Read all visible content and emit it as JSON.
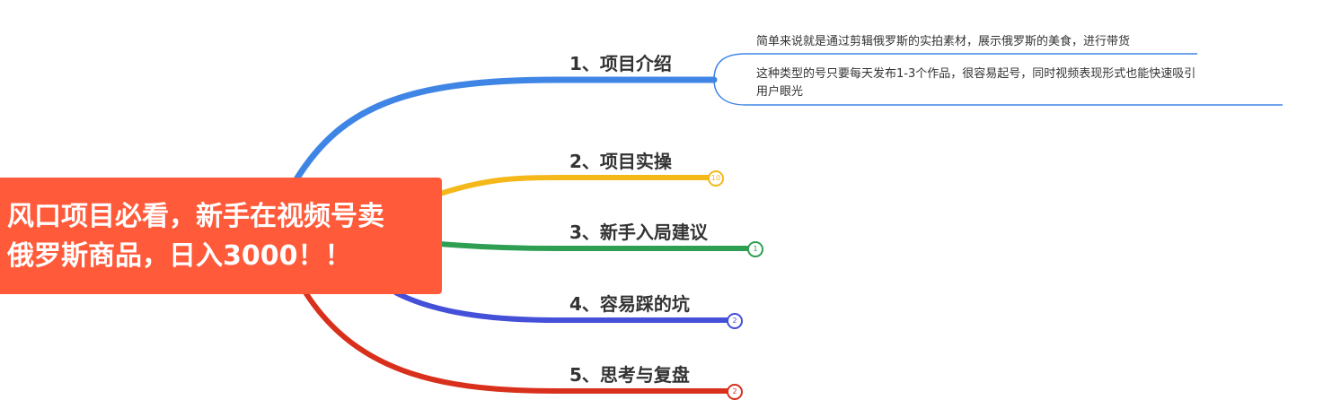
{
  "root": {
    "line1": "风口项目必看，新手在视频号卖",
    "line2": "俄罗斯商品，日入3000！！"
  },
  "branches": [
    {
      "label": "1、项目介绍",
      "color": "#3f85e6",
      "badge": ""
    },
    {
      "label": "2、项目实操",
      "color": "#f4b81b",
      "badge": "10"
    },
    {
      "label": "3、新手入局建议",
      "color": "#2e9e52",
      "badge": "1"
    },
    {
      "label": "4、容易踩的坑",
      "color": "#4450d8",
      "badge": "2"
    },
    {
      "label": "5、思考与复盘",
      "color": "#d9301c",
      "badge": "2"
    }
  ],
  "notes": {
    "note1": "简单来说就是通过剪辑俄罗斯的实拍素材，展示俄罗斯的美食，进行带货",
    "note2_line1": "这种类型的号只要每天发布1-3个作品，很容易起号，同时视频表现形式也能快速吸引",
    "note2_line2": "用户眼光"
  }
}
